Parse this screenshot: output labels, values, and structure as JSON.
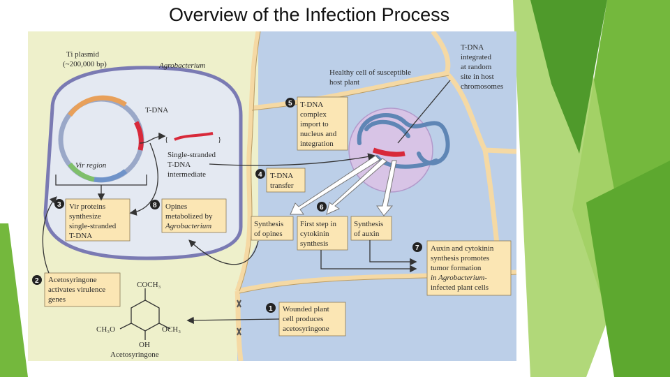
{
  "slide_title": "Overview of the Infection Process",
  "colors": {
    "green_dark": "#4f9a2b",
    "green_mid": "#74b83d",
    "green_light": "#a8d46a",
    "bacterium_bg": "#eef0cb",
    "plant_cell_bg": "#bccfe8",
    "cell_wall": "#f5d9a4",
    "callout_bg": "#fbe6b4",
    "t_dna": "#d8293a"
  },
  "labels": {
    "ti_plasmid": [
      "Ti plasmid",
      "(~200,000 bp)"
    ],
    "agrobacterium": "Agrobacterium",
    "t_dna": "T-DNA",
    "vir_region": "Vir region",
    "single_stranded": [
      "Single-stranded",
      "T-DNA",
      "intermediate"
    ],
    "healthy_cell": [
      "Healthy cell of susceptible",
      "host plant"
    ],
    "t_dna_integrated": [
      "T-DNA",
      "integrated",
      "at random",
      "site in host",
      "chromosomes"
    ],
    "acetosyringone_label": "Acetosyringone",
    "coch3": "COCH₃",
    "ch3o": "CH₃O",
    "och3": "OCH₃",
    "oh": "OH"
  },
  "steps": [
    {
      "num": "1",
      "lines": [
        "Wounded plant",
        "cell produces",
        "acetosyringone"
      ],
      "italic": []
    },
    {
      "num": "2",
      "lines": [
        "Acetosyringone",
        "activates virulence",
        "genes"
      ],
      "italic": []
    },
    {
      "num": "3",
      "lines": [
        "Vir proteins",
        "synthesize",
        "single-stranded",
        "T-DNA"
      ],
      "italic": []
    },
    {
      "num": "4",
      "lines": [
        "T-DNA",
        "transfer"
      ],
      "italic": []
    },
    {
      "num": "5",
      "lines": [
        "T-DNA",
        "complex",
        "import to",
        "nucleus and",
        "integration"
      ],
      "italic": []
    },
    {
      "num": "6",
      "lines": [],
      "italic": []
    },
    {
      "num": "7",
      "lines": [
        "Auxin and cytokinin",
        "synthesis promotes",
        "tumor formation",
        "in Agrobacterium-",
        "infected plant cells"
      ],
      "italic": [
        3
      ]
    },
    {
      "num": "8",
      "lines": [
        "Opines",
        "metabolized by",
        "Agrobacterium"
      ],
      "italic": [
        2
      ]
    }
  ],
  "products": [
    {
      "lines": [
        "Synthesis",
        "of opines"
      ]
    },
    {
      "lines": [
        "First step in",
        "cytokinin",
        "synthesis"
      ]
    },
    {
      "lines": [
        "Synthesis",
        "of auxin"
      ]
    }
  ]
}
